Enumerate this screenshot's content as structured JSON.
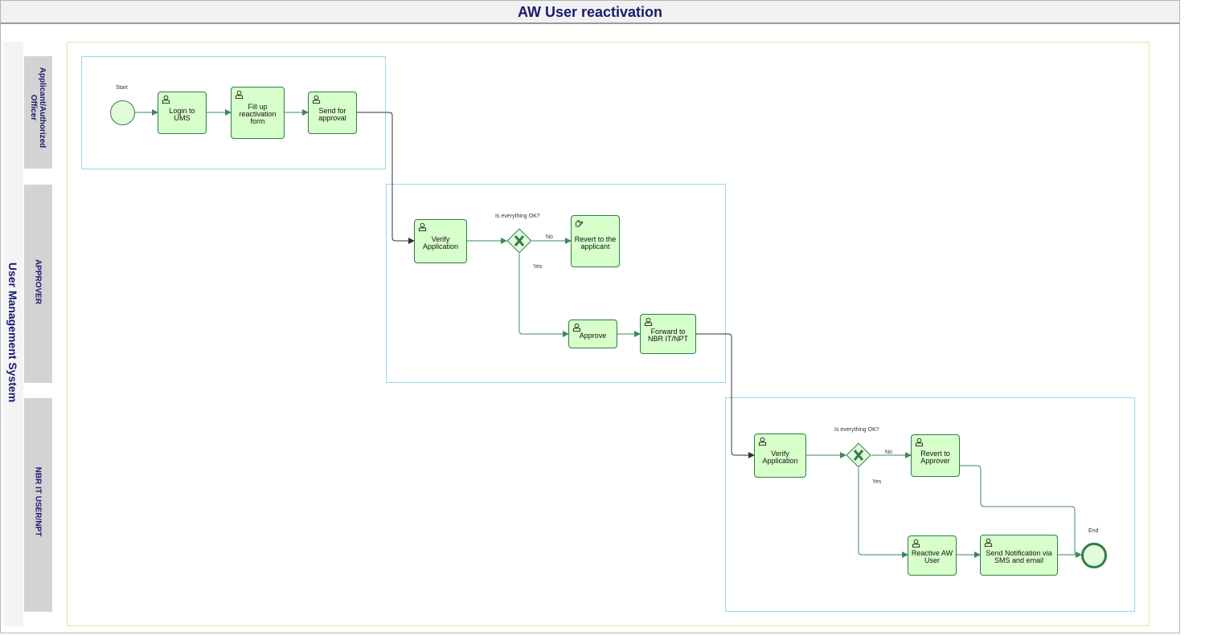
{
  "title": "AW User reactivation",
  "pool": {
    "label": "User Management System"
  },
  "lanes": [
    {
      "id": "applicant",
      "label": "Applicant/Authorized Officer"
    },
    {
      "id": "approver",
      "label": "APPROVER"
    },
    {
      "id": "nbr",
      "label": "NBR IT USER/NPT"
    }
  ],
  "events": {
    "start": "Start",
    "end": "End"
  },
  "tasks": {
    "login": "Login to UMS",
    "fill_form": "Fill up reactivation form",
    "send_approval": "Send for approval",
    "verify_1": "Verify Application",
    "revert_applicant": "Revert to the applicant",
    "approve": "Approve",
    "forward": "Forward to NBR IT/NPT",
    "verify_2": "Verify Application",
    "revert_approver": "Revert to Approver",
    "reactive": "Reactive AW User",
    "send_notification": "Send Notification via SMS and email"
  },
  "gateways": [
    {
      "id": "g1",
      "question": "Is everything OK?",
      "no": "No",
      "yes": "Yes"
    },
    {
      "id": "g2",
      "question": "Is everything OK?",
      "no": "No",
      "yes": "Yes"
    }
  ],
  "colors": {
    "task_fill": "#d6ffc9",
    "task_stroke": "#2e7d4a",
    "title_text": "#1a1a6e",
    "group_stroke": "#9fd4ec",
    "flow": "#3c8a5c"
  }
}
